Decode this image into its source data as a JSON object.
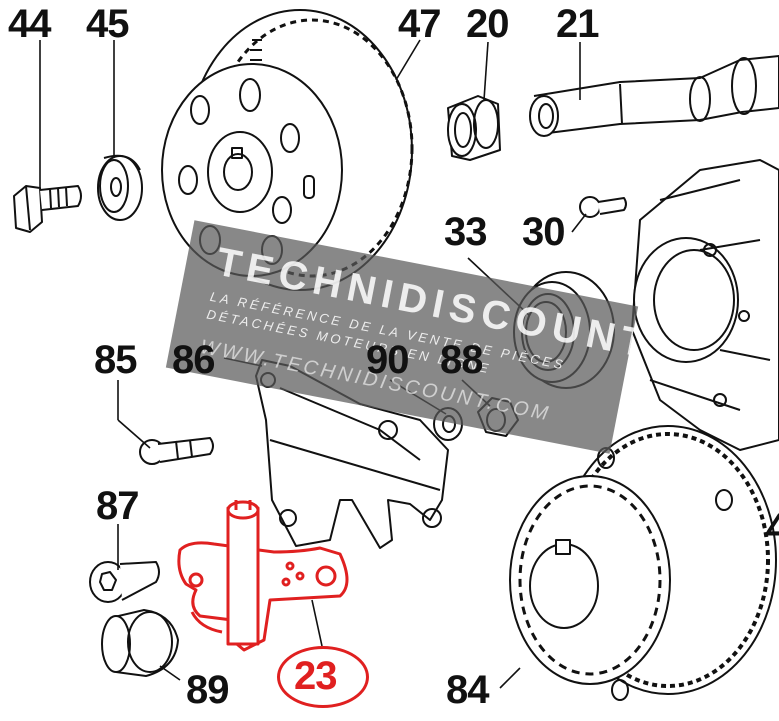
{
  "parts": {
    "p44": "44",
    "p45": "45",
    "p47": "47",
    "p20": "20",
    "p21": "21",
    "p33": "33",
    "p30": "30",
    "p85": "85",
    "p86": "86",
    "p90": "90",
    "p88": "88",
    "p87": "87",
    "p89": "89",
    "p84": "84",
    "p23": "23",
    "p4": "4"
  },
  "watermark": {
    "brand": "TECHNIDISCOUNT",
    "line1": "LA RÉFÉRENCE DE LA VENTE DE PIÈCES",
    "line2": "DÉTACHÉES MOTEURS EN LIGNE",
    "url": "WWW.TECHNIDISCOUNT.COM"
  },
  "colors": {
    "highlight": "#e02020",
    "ink": "#111111",
    "watermark": "#5a5a5a"
  }
}
